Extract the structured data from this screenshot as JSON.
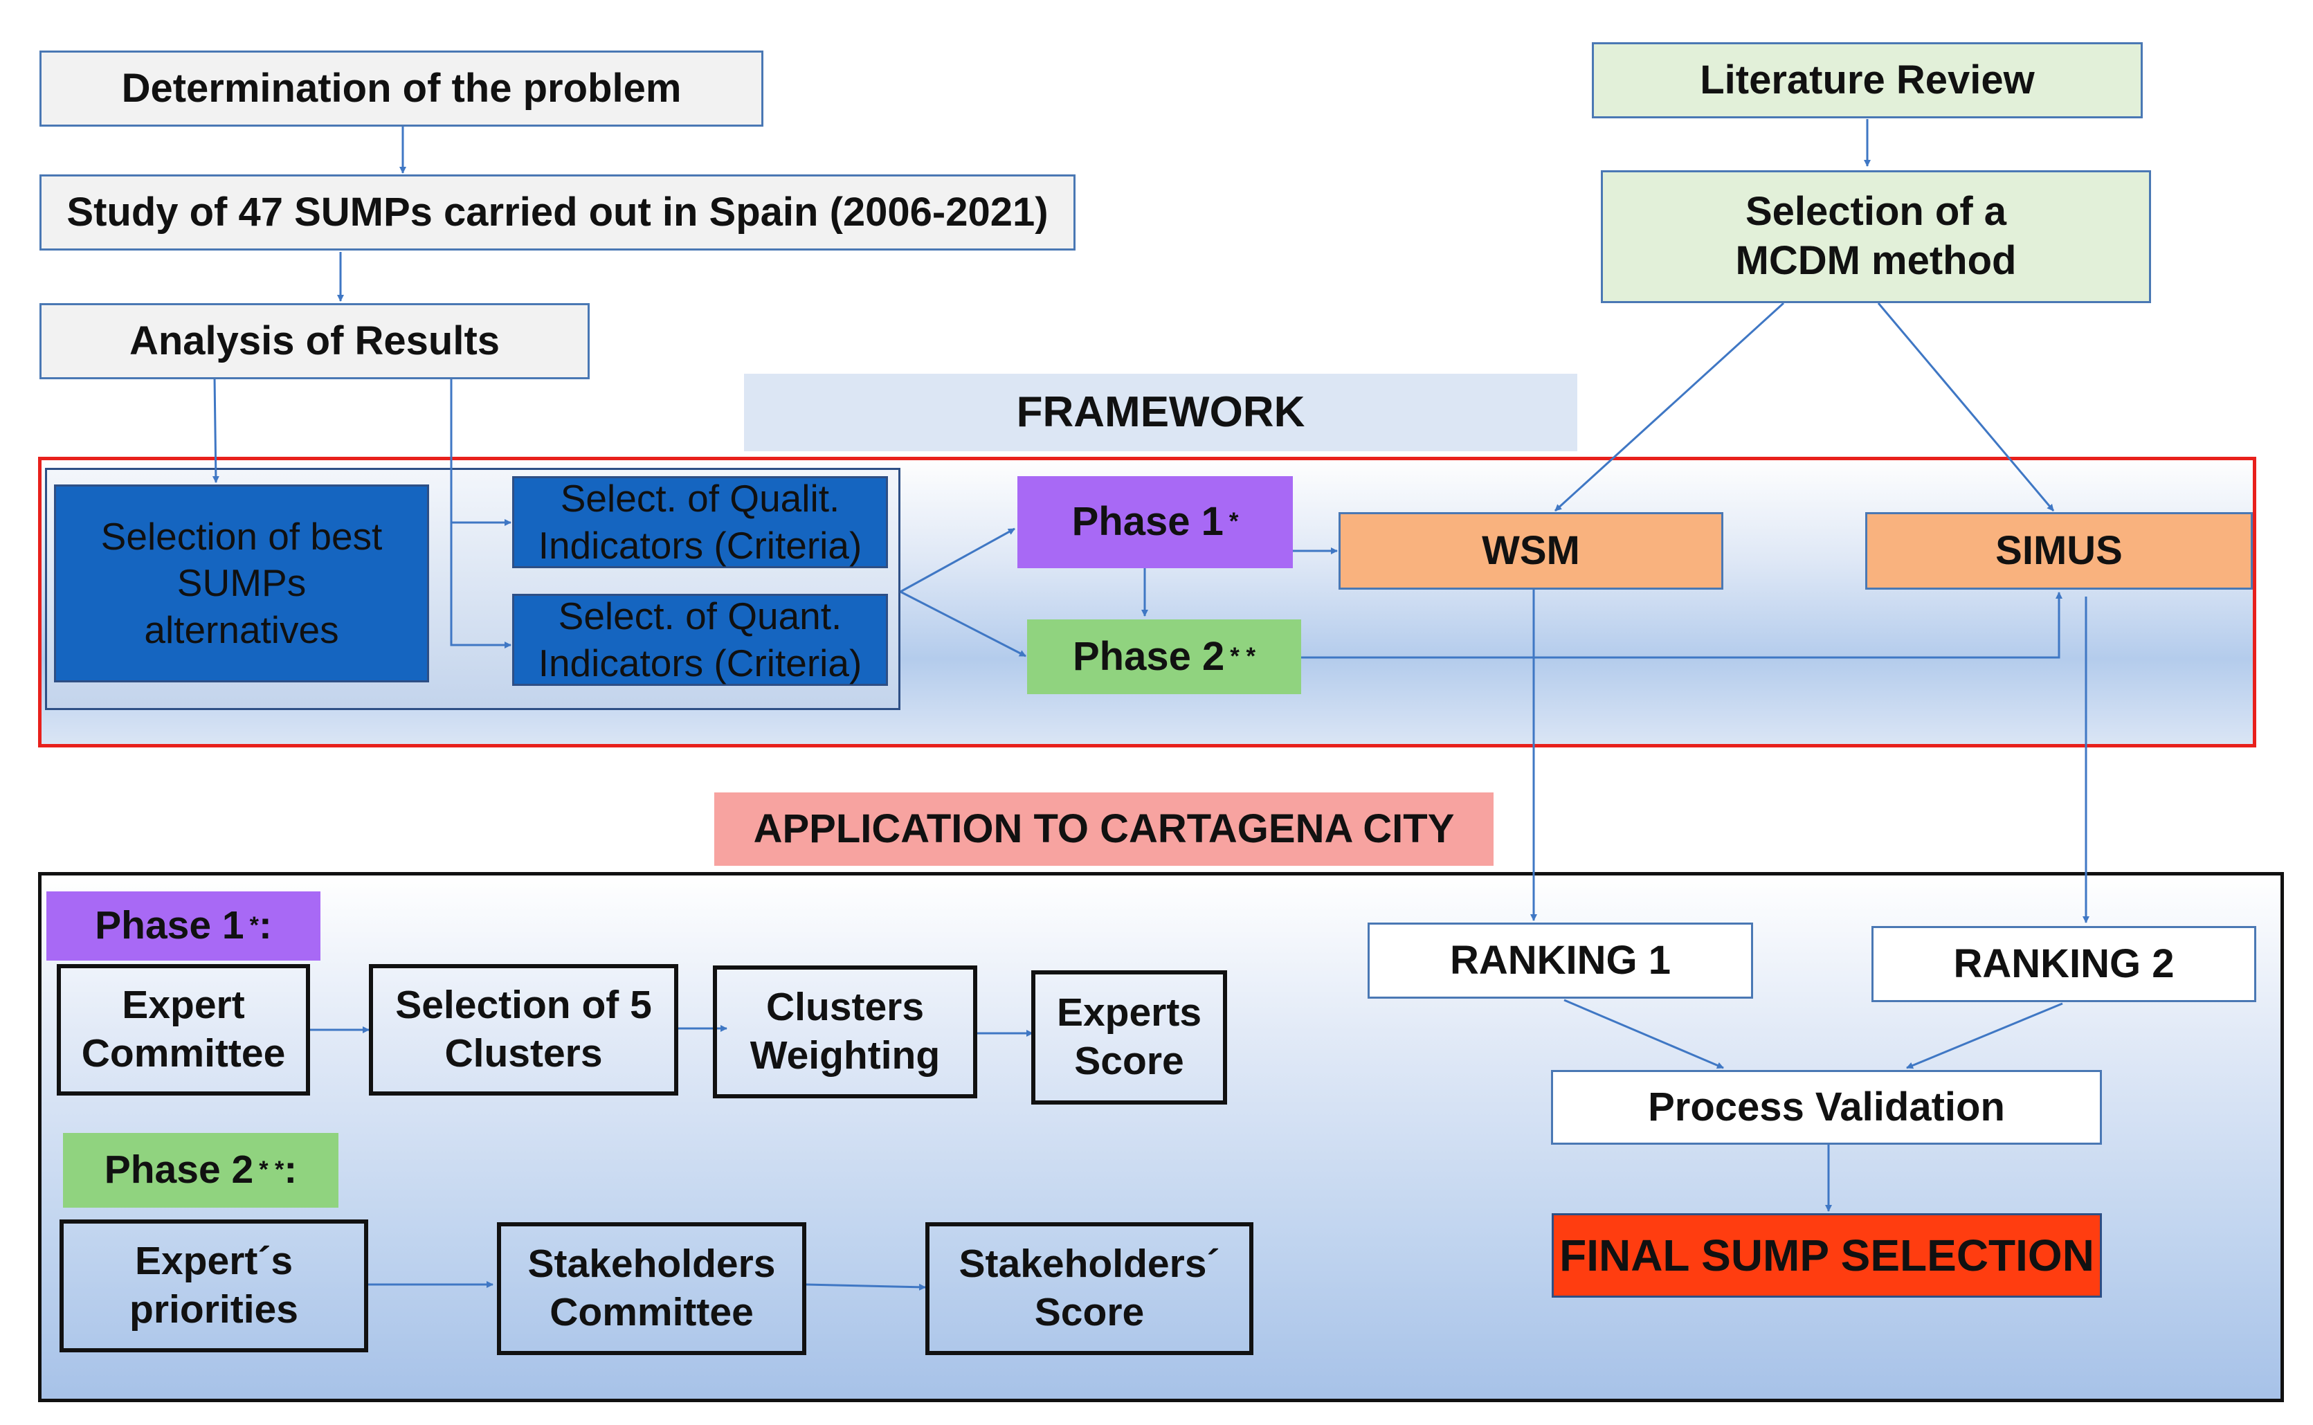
{
  "nodes": {
    "determination": "Determination of the problem",
    "study": "Study of 47 SUMPs carried out in Spain (2006-2021)",
    "analysis": "Analysis of Results",
    "literature": "Literature Review",
    "mcdm": "Selection of a MCDM method",
    "framework": "FRAMEWORK",
    "best_sumps": "Selection of best SUMPs alternatives",
    "qualit": "Select. of Qualit. Indicators (Criteria)",
    "quant": "Select. of Quant. Indicators (Criteria)",
    "phase1": "Phase 1",
    "phase1_mark": "*",
    "phase2": "Phase 2",
    "phase2_mark": "* *",
    "wsm": "WSM",
    "simus": "SIMUS",
    "application": "APPLICATION TO CARTAGENA CITY",
    "phase1_label": "Phase 1",
    "phase1_label_mark": "*",
    "phase1_label_colon": ":",
    "expert_committee": "Expert Committee",
    "five_clusters": "Selection of 5 Clusters",
    "clusters_weighting": "Clusters Weighting",
    "experts_score": "Experts Score",
    "phase2_label": "Phase 2",
    "phase2_label_mark": "* *",
    "phase2_label_colon": ":",
    "experts_priorities": "Expert´s priorities",
    "stakeholders_committee": "Stakeholders Committee",
    "stakeholders_score": "Stakeholders´ Score",
    "ranking1": "RANKING 1",
    "ranking2": "RANKING 2",
    "validation": "Process Validation",
    "final": "FINAL SUMP SELECTION"
  },
  "colors": {
    "connector": "#3f77c4",
    "framework_border": "#e8201c",
    "phase1_fill": "#a869f5",
    "phase2_fill": "#90d37f",
    "final_fill": "#ff3d10",
    "application_fill": "#f7a3a0"
  }
}
